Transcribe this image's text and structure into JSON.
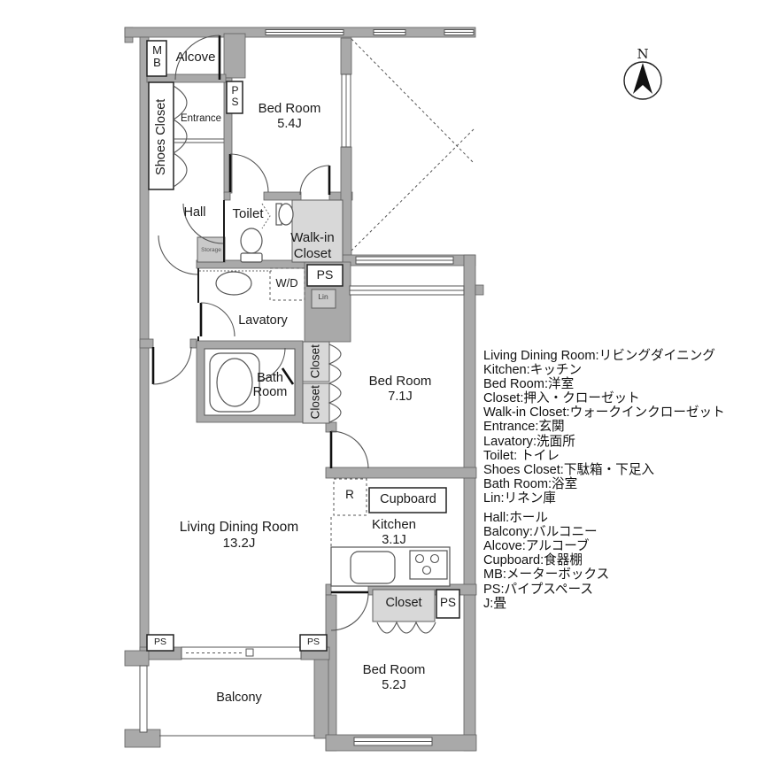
{
  "compass": {
    "north_label": "N"
  },
  "floor_plan": {
    "rooms": {
      "mb": {
        "label": "MB"
      },
      "alcove": {
        "label": "Alcove"
      },
      "ps_top": {
        "label": "PS"
      },
      "entrance": {
        "label": "Entrance"
      },
      "shoes_closet": {
        "label": "Shoes Closet"
      },
      "bed_room_1": {
        "label": "Bed Room",
        "size": "5.4J"
      },
      "hall": {
        "label": "Hall"
      },
      "toilet": {
        "label": "Toilet"
      },
      "walk_in_closet": {
        "line1": "Walk-in",
        "line2": "Closet"
      },
      "storage": {
        "label": "Storage"
      },
      "wd": {
        "label": "W/D"
      },
      "ps_mid": {
        "label": "PS"
      },
      "lin": {
        "label": "Lin"
      },
      "lavatory": {
        "label": "Lavatory"
      },
      "bath_room": {
        "line1": "Bath",
        "line2": "Room"
      },
      "closet_upper": {
        "label": "Closet"
      },
      "closet_lower": {
        "label": "Closet"
      },
      "bed_room_2": {
        "label": "Bed Room",
        "size": "7.1J"
      },
      "refrigerator": {
        "label": "R"
      },
      "cupboard": {
        "label": "Cupboard"
      },
      "kitchen": {
        "label": "Kitchen",
        "size": "3.1J"
      },
      "living_dining": {
        "label": "Living Dining Room",
        "size": "13.2J"
      },
      "closet_south": {
        "label": "Closet"
      },
      "ps_southeast": {
        "label": "PS"
      },
      "bed_room_3": {
        "label": "Bed Room",
        "size": "5.2J"
      },
      "ps_balcony_left": {
        "label": "PS"
      },
      "ps_balcony_mid": {
        "label": "PS"
      },
      "balcony": {
        "label": "Balcony"
      }
    }
  },
  "legend": {
    "items": [
      "Living Dining Room:リビングダイニング",
      "Kitchen:キッチン",
      "Bed Room:洋室",
      "Closet:押入・クローゼット",
      "Walk-in Closet:ウォークインクローゼット",
      "Entrance:玄関",
      "Lavatory:洗面所",
      "Toilet: トイレ",
      "Shoes Closet:下駄箱・下足入",
      "Bath Room:浴室",
      "Lin:リネン庫",
      "Hall:ホール",
      "Balcony:バルコニー",
      "Alcove:アルコーブ",
      "Cupboard:食器棚",
      "MB:メーターボックス",
      "PS:パイプスペース",
      "J:畳"
    ]
  },
  "colors": {
    "wall": "#a9a9a9",
    "closet": "#d8d8d8",
    "outline": "#555555",
    "text": "#1a1a1a"
  }
}
